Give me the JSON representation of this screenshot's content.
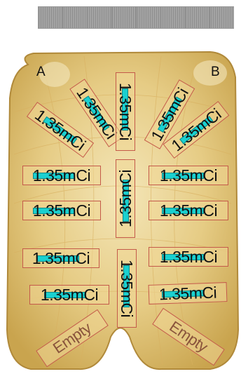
{
  "header_strip": {
    "description_free": ""
  },
  "corners": {
    "left": "A",
    "right": "B"
  },
  "colors": {
    "slot_border": "#c45a4a",
    "seed_chip": "#1ad0d0",
    "tray_gold": "#e8cf86"
  },
  "slots": {
    "left_fan_upper": "1.35mCi",
    "left_fan_lower": "1.35mCi",
    "right_fan_upper": "1.35mCi",
    "right_fan_lower": "1.35mCi",
    "left_row_1": "1.35mCi",
    "left_row_2": "1.35mCi",
    "left_row_3": "1.35mCi",
    "left_row_4": "1.35mCi",
    "right_row_1": "1.35mCi",
    "right_row_2": "1.35mCi",
    "right_row_3": "1.35mCi",
    "right_row_4": "1.35mCi",
    "center_top": "1.35mCi",
    "center_mid": "1.35mCi",
    "center_bottom": "1.35mCi",
    "left_empty": "Empty",
    "right_empty": "Empty"
  }
}
